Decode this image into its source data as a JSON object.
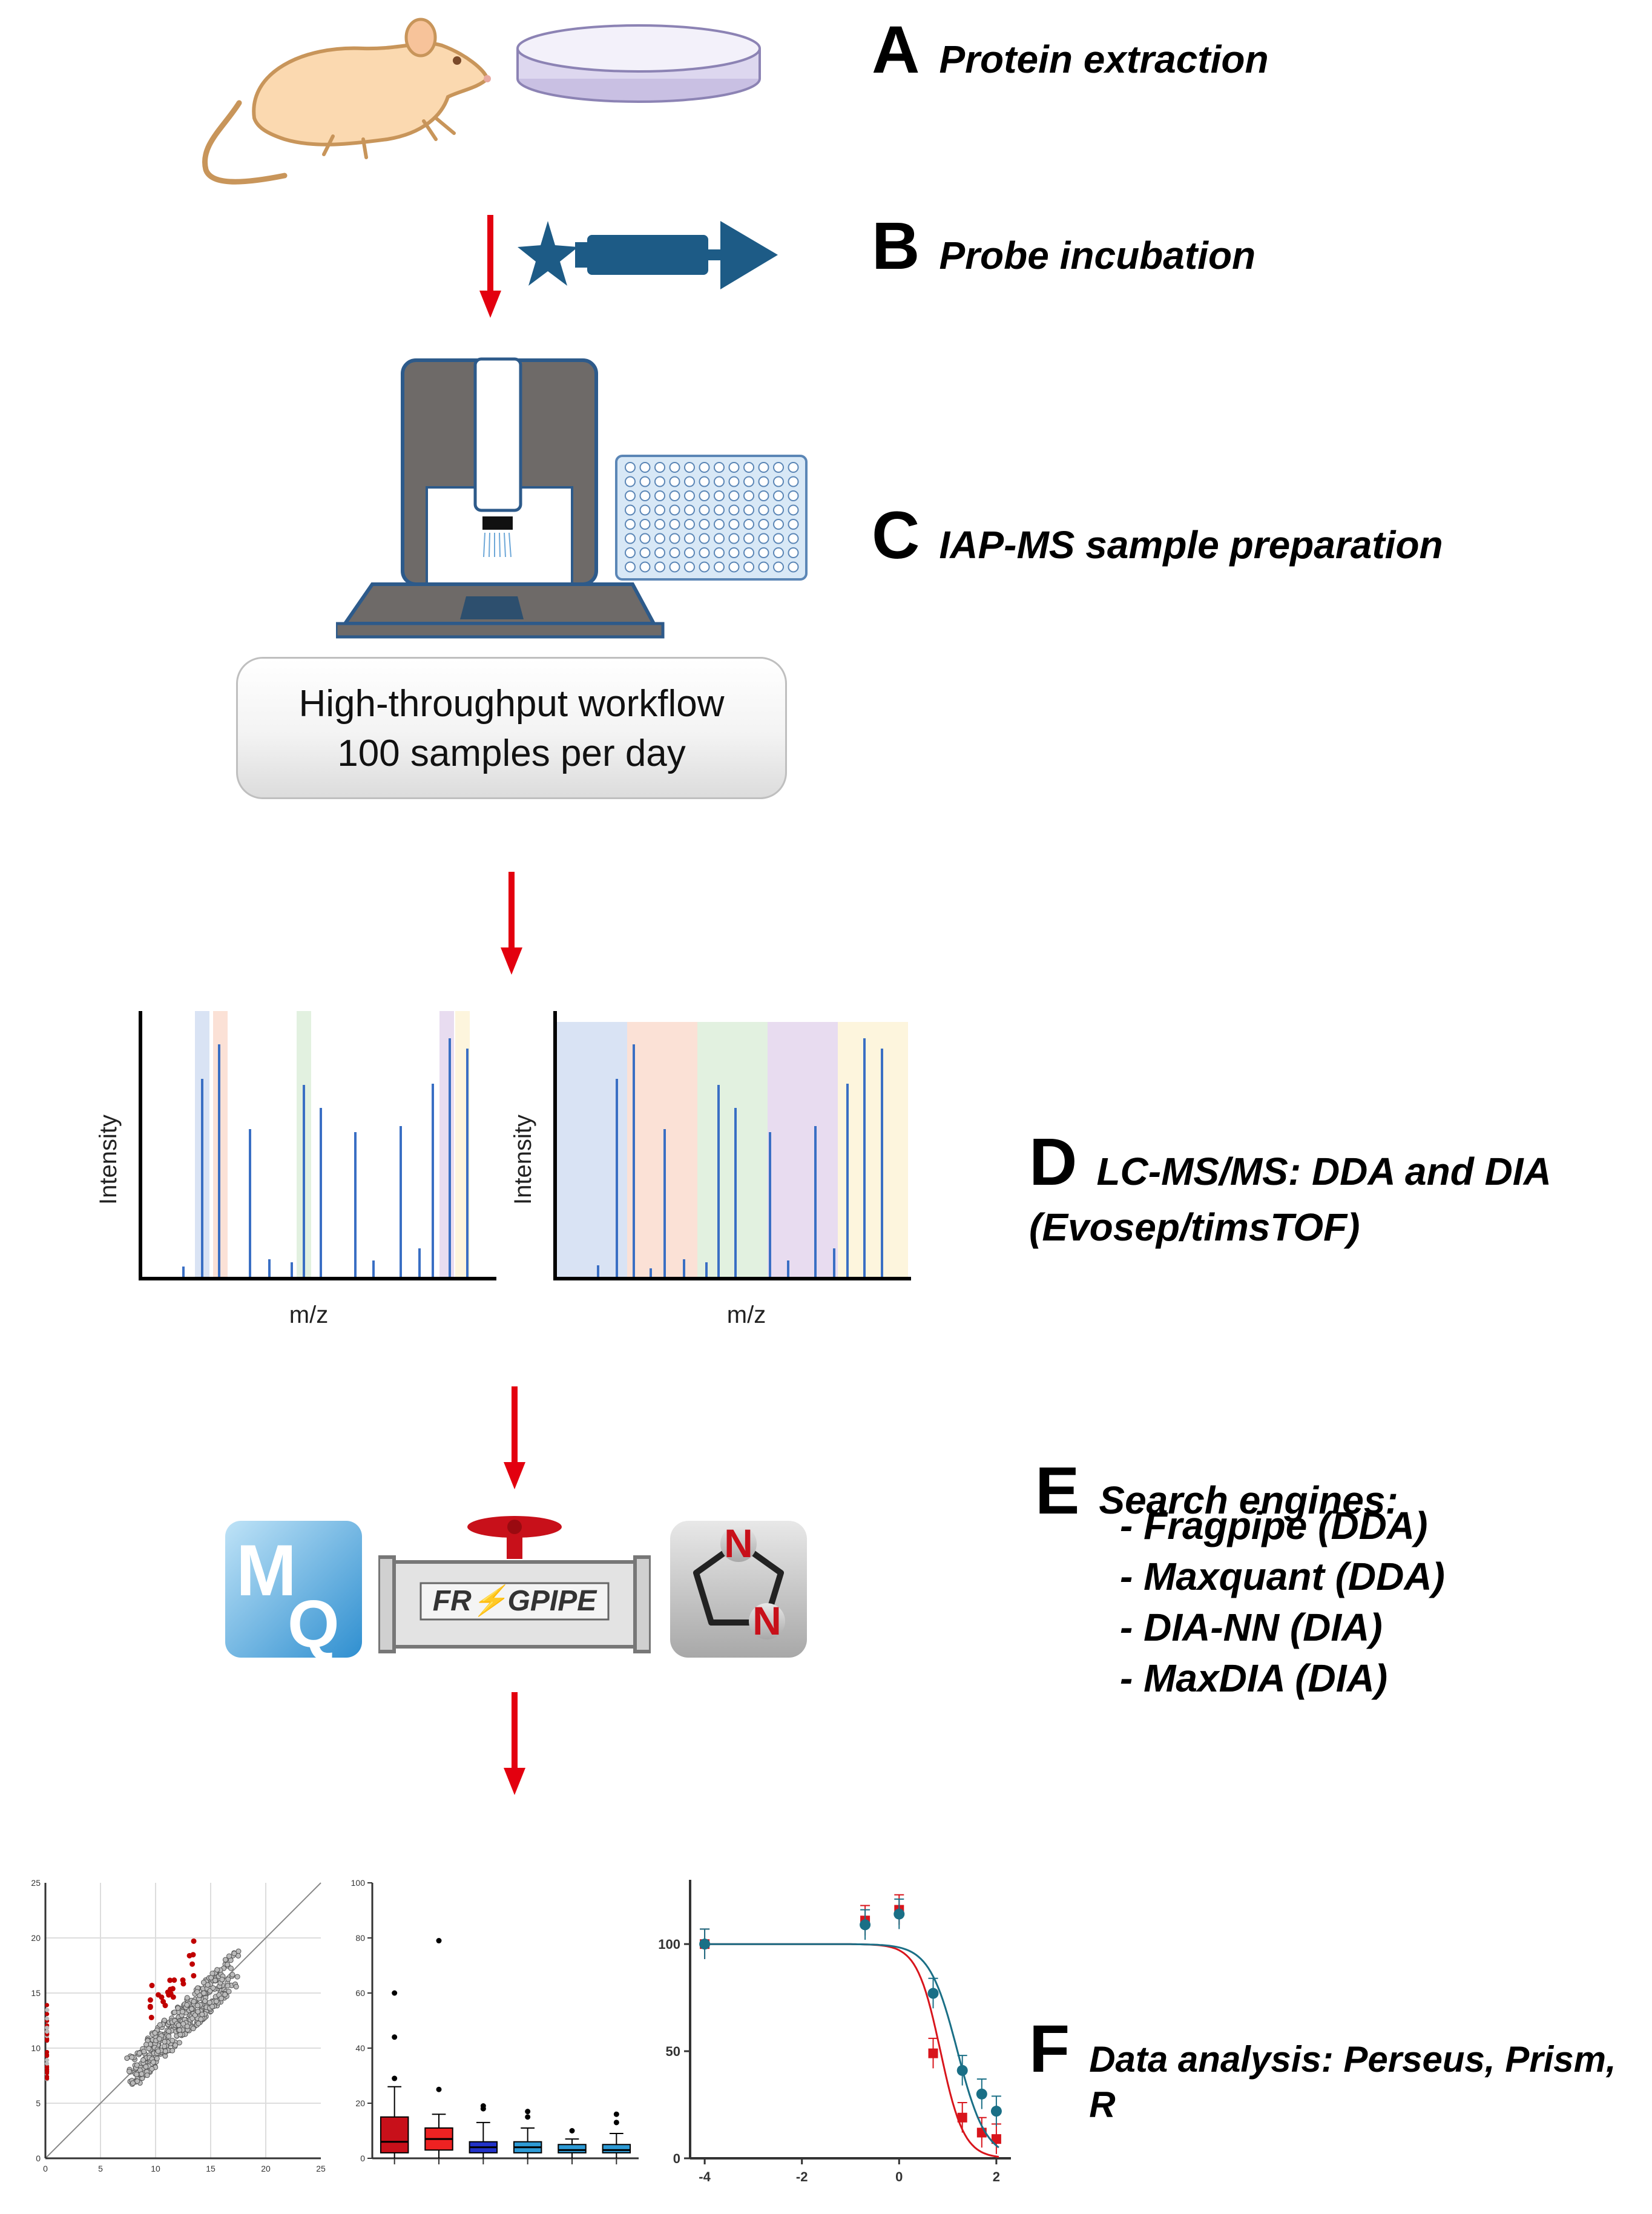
{
  "steps": {
    "a": {
      "letter": "A",
      "title": "Protein extraction"
    },
    "b": {
      "letter": "B",
      "title": "Probe incubation"
    },
    "c": {
      "letter": "C",
      "title": "IAP-MS sample preparation"
    },
    "d": {
      "letter": "D",
      "title": "LC-MS/MS: DDA and DIA",
      "subtitle": "(Evosep/timsTOF)"
    },
    "e": {
      "letter": "E",
      "title": "Search engines:"
    },
    "f": {
      "letter": "F",
      "title": "Data analysis: Perseus, Prism, R"
    }
  },
  "search_engines": [
    "- Fragpipe (DDA)",
    "- Maxquant (DDA)",
    "- DIA-NN (DIA)",
    "- MaxDIA (DIA)"
  ],
  "workflow_box": {
    "line1": "High-throughput workflow",
    "line2": "100 samples per day"
  },
  "logos": {
    "maxquant_m": "M",
    "maxquant_q": "Q",
    "fragpipe": "FR⚡GPIPE",
    "diann_n1": "N",
    "diann_n2": "N"
  },
  "spectra": {
    "ylabel": "Intensity",
    "xlabel": "m/z"
  },
  "colors": {
    "arrow": "#e3000f",
    "probe": "#1d5b86",
    "instrument_gray": "#6e6a68",
    "instrument_outline": "#2d5a8a",
    "teal": "#1a6f86",
    "red": "#d8151c"
  },
  "chart_data": [
    {
      "type": "scatter",
      "xticks": [
        "0",
        "5",
        "10",
        "15",
        "20",
        "25"
      ],
      "yticks": [
        "0",
        "5",
        "10",
        "15",
        "20",
        "25"
      ],
      "xlim": [
        0,
        25
      ],
      "ylim": [
        0,
        25
      ]
    },
    {
      "type": "box",
      "yticks": [
        "0",
        "20",
        "40",
        "60",
        "80",
        "100"
      ],
      "ylim": [
        0,
        100
      ],
      "boxes": [
        {
          "color": "#c8101a",
          "q1": 2,
          "median": 6,
          "q3": 15,
          "whisker_low": 0,
          "whisker_high": 26,
          "outliers": [
            29,
            44,
            60
          ]
        },
        {
          "color": "#ee2222",
          "q1": 3,
          "median": 7,
          "q3": 11,
          "whisker_low": 0,
          "whisker_high": 16,
          "outliers": [
            25,
            79
          ]
        },
        {
          "color": "#2232c8",
          "q1": 2,
          "median": 4,
          "q3": 6,
          "whisker_low": 0,
          "whisker_high": 13,
          "outliers": [
            18,
            19
          ]
        },
        {
          "color": "#2e9bd6",
          "q1": 2,
          "median": 4,
          "q3": 6,
          "whisker_low": 0,
          "whisker_high": 11,
          "outliers": [
            15,
            17
          ]
        },
        {
          "color": "#2e9bd6",
          "q1": 2,
          "median": 3,
          "q3": 5,
          "whisker_low": 0,
          "whisker_high": 7,
          "outliers": [
            10
          ]
        },
        {
          "color": "#2e9bd6",
          "q1": 2,
          "median": 3,
          "q3": 5,
          "whisker_low": 0,
          "whisker_high": 9,
          "outliers": [
            13,
            16
          ]
        }
      ]
    },
    {
      "type": "line",
      "xticks": [
        "-4",
        "-2",
        "0",
        "2"
      ],
      "yticks": [
        "0",
        "50",
        "100"
      ],
      "xlim": [
        -4.3,
        2.3
      ],
      "ylim": [
        0,
        130
      ],
      "series": [
        {
          "color": "#d8151c",
          "marker": "square",
          "x": [
            -4,
            -0.7,
            0,
            0.7,
            1.3,
            1.7,
            2
          ],
          "y": [
            100,
            111,
            116,
            49,
            19,
            12,
            9
          ],
          "ic50": 0.85,
          "hill": 1.8
        },
        {
          "color": "#1a6f86",
          "marker": "circle",
          "x": [
            -4,
            -0.7,
            0,
            0.7,
            1.3,
            1.7,
            2
          ],
          "y": [
            100,
            109,
            114,
            77,
            41,
            30,
            22
          ],
          "ic50": 1.2,
          "hill": 1.5
        }
      ]
    }
  ]
}
